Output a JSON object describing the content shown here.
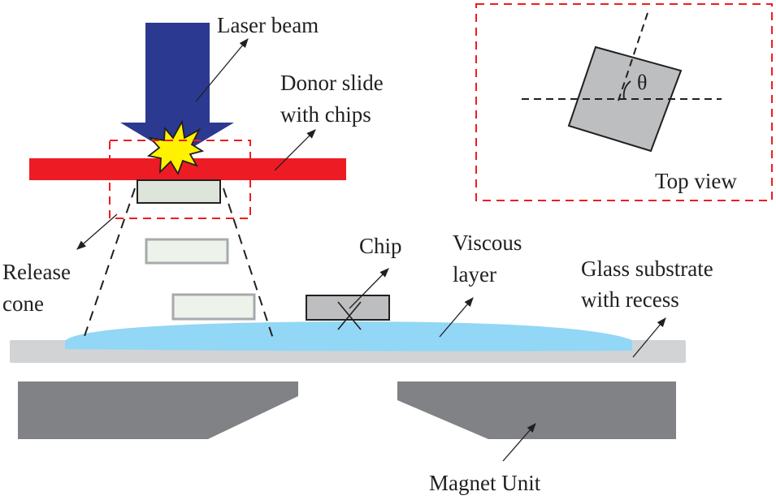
{
  "labels": {
    "laser_beam": "Laser beam",
    "donor_slide_line1": "Donor slide",
    "donor_slide_line2": "with chips",
    "release_cone_line1": "Release",
    "release_cone_line2": "cone",
    "chip": "Chip",
    "viscous_layer_line1": "Viscous",
    "viscous_layer_line2": "layer",
    "glass_substrate_line1": "Glass substrate",
    "glass_substrate_line2": "with recess",
    "magnet_unit": "Magnet Unit",
    "top_view": "Top view",
    "theta": "θ"
  },
  "colors": {
    "laser_beam": "#2b3990",
    "donor_slide": "#ed1c24",
    "flash_fill": "#fff200",
    "viscous_layer": "#92d7f5",
    "glass_substrate": "#d1d3d4",
    "magnet": "#808285",
    "chip_on_slide": "#dde5da",
    "chip_in_flight": "#edf2ea",
    "chip_landed": "#bcbec0",
    "dashed_box": "#ed1c24",
    "ink": "#231f20"
  }
}
